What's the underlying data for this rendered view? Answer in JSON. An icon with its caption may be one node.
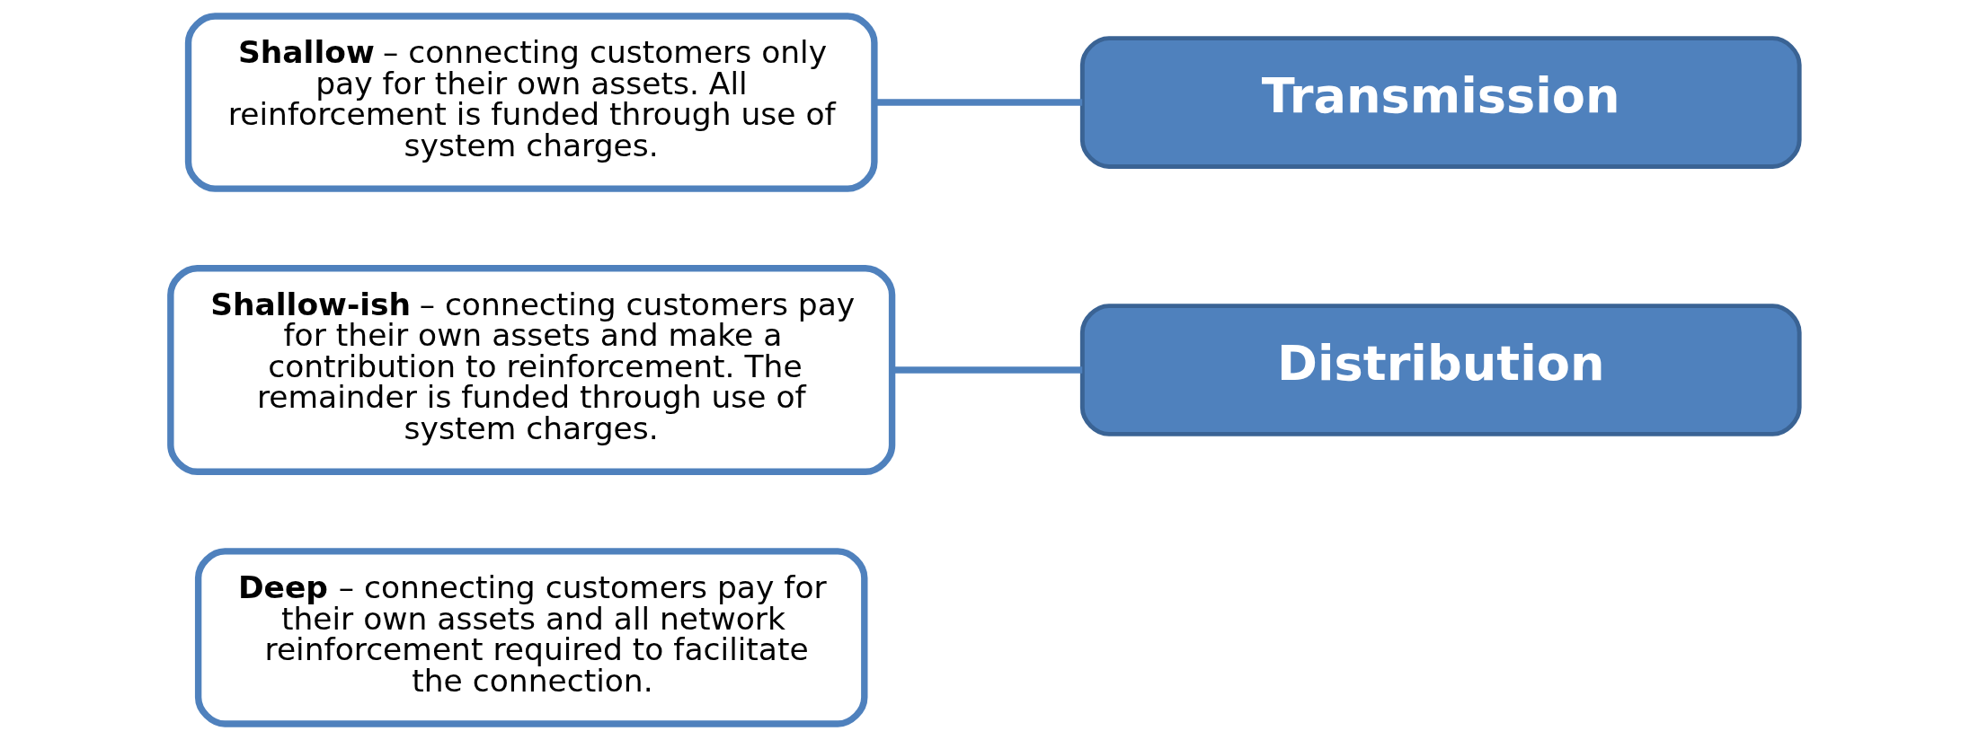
{
  "diagram": {
    "nodes": [
      {
        "text": [
          "**Shallow** – connecting customers only pay for their own assets. All reinforcement is funded through use of system charges."
        ]
      },
      {
        "text": [
          "**Shallow-ish** – connecting customers pay for their own assets and make a contribution to reinforcement. The remainder is funded through use of system charges."
        ]
      },
      {
        "text": [
          "**Deep** – connecting customers pay for their own assets and all network reinforcement required to facilitate the connection."
        ]
      },
      {
        "text": [
          "Transmission"
        ]
      },
      {
        "text": [
          "Distribution"
        ]
      }
    ],
    "edges": [
      {
        "from": 0,
        "to": 3,
        "arrow": "none"
      },
      {
        "from": 1,
        "to": 4,
        "arrow": "none"
      }
    ]
  }
}
